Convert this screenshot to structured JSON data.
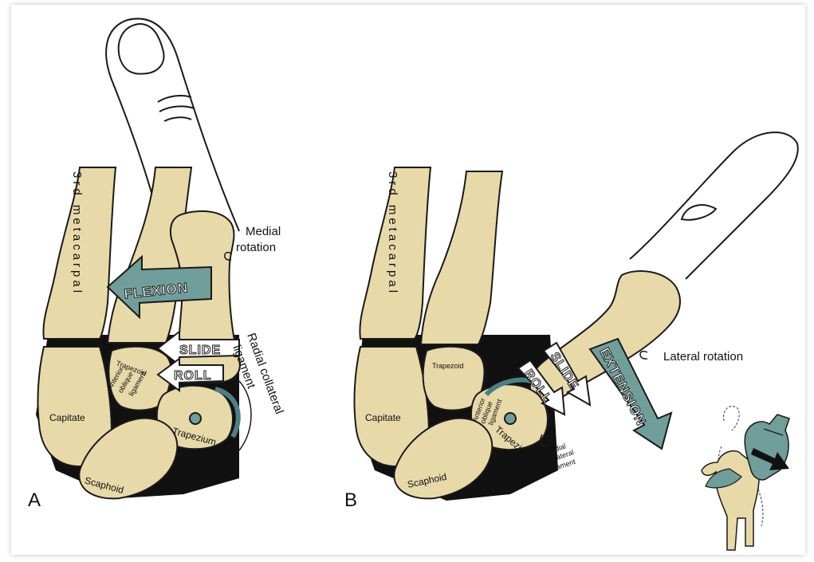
{
  "panel_a": {
    "letter": "A",
    "metacarpal_label": "3rd metacarpal",
    "medial_rotation": [
      "Medial",
      "rotation"
    ],
    "flexion": "FLEXION",
    "slide": "SLIDE",
    "roll": "ROLL",
    "radial_collateral": [
      "Radial collateral",
      "ligament"
    ],
    "trapezoid": "Trapezoid",
    "anterior_oblique": [
      "Anterior",
      "oblique",
      "ligament"
    ],
    "capitate": "Capitate",
    "trapezium": "Trapezium",
    "scaphoid": "Scaphoid"
  },
  "panel_b": {
    "letter": "B",
    "metacarpal_label": "3rd metacarpal",
    "lateral_rotation": "Lateral rotation",
    "extension": "EXTENSION",
    "slide": "SLIDE",
    "roll": "ROLL",
    "radial_collateral": [
      "Radial",
      "collateral",
      "ligament"
    ],
    "trapezoid": "Trapezoid",
    "anterior_oblique": [
      "Anterior",
      "oblique",
      "ligament"
    ],
    "capitate": "Capitate",
    "trapezium": "Trapezium",
    "scaphoid": "Scaphoid"
  },
  "colors": {
    "bone": "#e8d9a8",
    "arrow_teal": "#6f9e9b",
    "joint": "#111111"
  }
}
